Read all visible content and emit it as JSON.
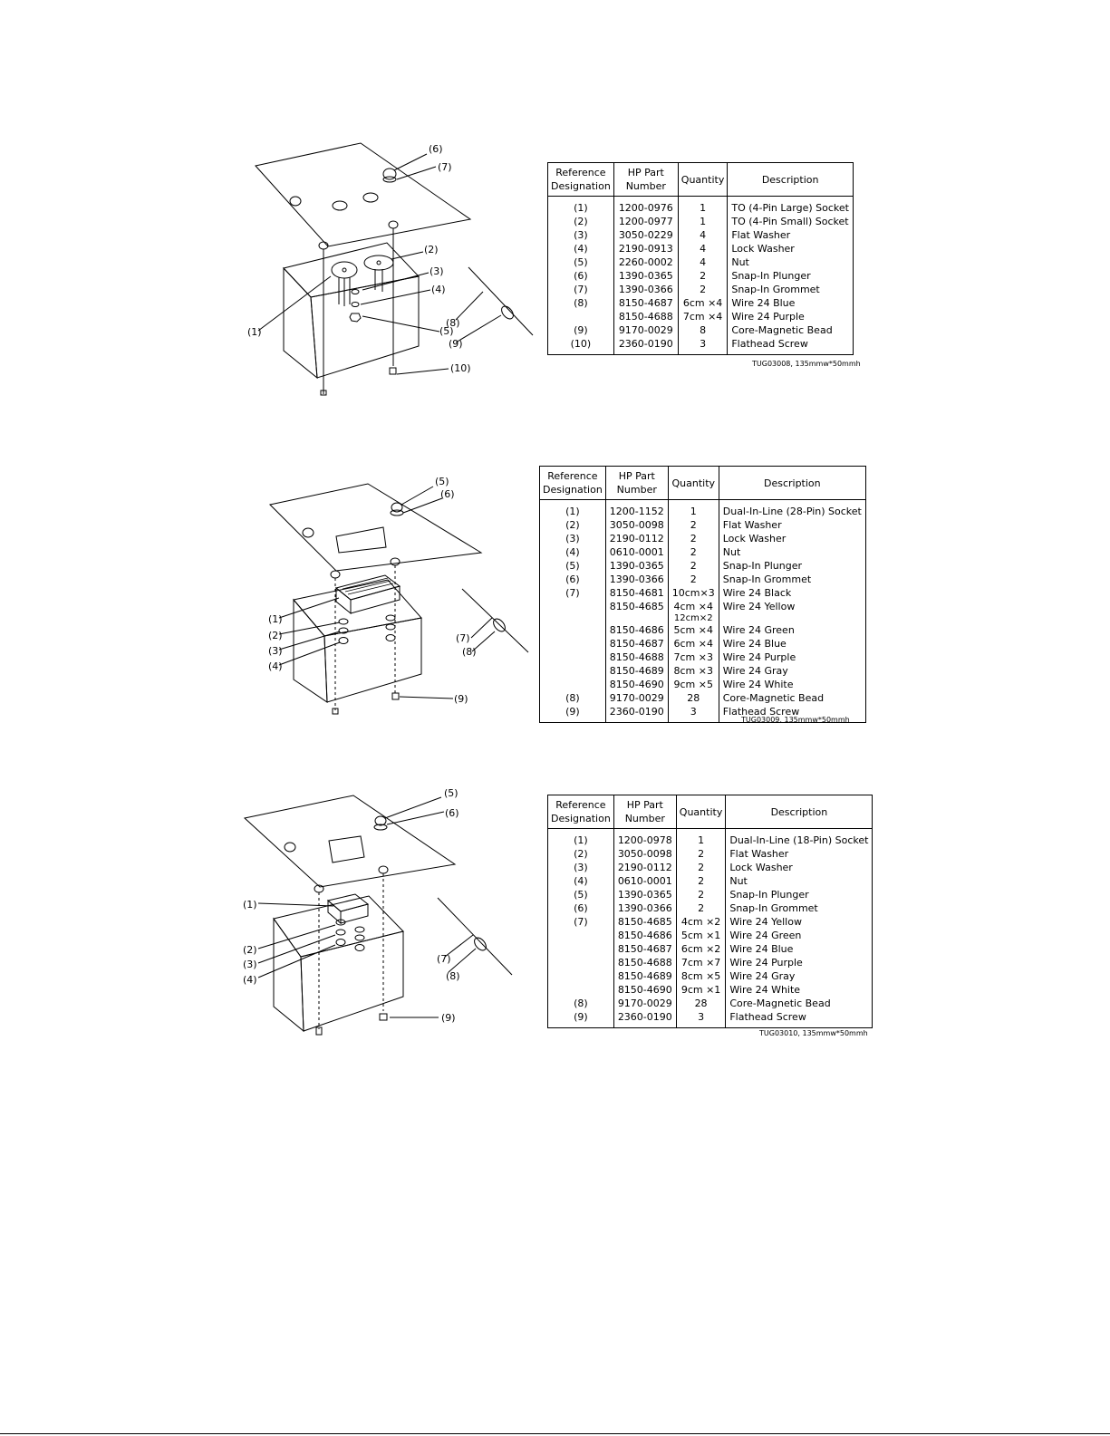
{
  "figure1": {
    "labels": [
      "(1)",
      "(2)",
      "(3)",
      "(4)",
      "(5)",
      "(6)",
      "(7)",
      "(8)",
      "(9)",
      "(10)"
    ],
    "headers": {
      "ref": "Reference Designation",
      "part": "HP Part Number",
      "qty": "Quantity",
      "desc": "Description"
    },
    "rows": [
      {
        "ref": "(1)",
        "part": "1200-0976",
        "qty": "1",
        "desc": "TO (4-Pin Large) Socket"
      },
      {
        "ref": "(2)",
        "part": "1200-0977",
        "qty": "1",
        "desc": "TO (4-Pin Small) Socket"
      },
      {
        "ref": "(3)",
        "part": "3050-0229",
        "qty": "4",
        "desc": "Flat Washer"
      },
      {
        "ref": "(4)",
        "part": "2190-0913",
        "qty": "4",
        "desc": "Lock Washer"
      },
      {
        "ref": "(5)",
        "part": "2260-0002",
        "qty": "4",
        "desc": "Nut"
      },
      {
        "ref": "(6)",
        "part": "1390-0365",
        "qty": "2",
        "desc": "Snap-In Plunger"
      },
      {
        "ref": "(7)",
        "part": "1390-0366",
        "qty": "2",
        "desc": "Snap-In Grommet"
      },
      {
        "ref": "(8)",
        "part": "8150-4687",
        "qty": "6cm ×4",
        "desc": "Wire 24 Blue"
      },
      {
        "ref": "",
        "part": "8150-4688",
        "qty": "7cm ×4",
        "desc": "Wire 24 Purple"
      },
      {
        "ref": "(9)",
        "part": "9170-0029",
        "qty": "8",
        "desc": "Core-Magnetic Bead"
      },
      {
        "ref": "(10)",
        "part": "2360-0190",
        "qty": "3",
        "desc": "Flathead Screw"
      }
    ],
    "note": "TUG03008, 135mmw*50mmh"
  },
  "figure2": {
    "labels": [
      "(1)",
      "(2)",
      "(3)",
      "(4)",
      "(5)",
      "(6)",
      "(7)",
      "(8)",
      "(9)"
    ],
    "headers": {
      "ref": "Reference Designation",
      "part": "HP Part Number",
      "qty": "Quantity",
      "desc": "Description"
    },
    "rows": [
      {
        "ref": "(1)",
        "part": "1200-1152",
        "qty": "1",
        "desc": "Dual-In-Line (28-Pin) Socket"
      },
      {
        "ref": "(2)",
        "part": "3050-0098",
        "qty": "2",
        "desc": "Flat Washer"
      },
      {
        "ref": "(3)",
        "part": "2190-0112",
        "qty": "2",
        "desc": "Lock Washer"
      },
      {
        "ref": "(4)",
        "part": "0610-0001",
        "qty": "2",
        "desc": "Nut"
      },
      {
        "ref": "(5)",
        "part": "1390-0365",
        "qty": "2",
        "desc": "Snap-In Plunger"
      },
      {
        "ref": "(6)",
        "part": "1390-0366",
        "qty": "2",
        "desc": "Snap-In Grommet"
      },
      {
        "ref": "(7)",
        "part": "8150-4681",
        "qty": "10cm×3",
        "desc": "Wire 24 Black"
      },
      {
        "ref": "",
        "part": "8150-4685",
        "qty": "4cm ×4",
        "qty2": "12cm×2",
        "desc": "Wire 24 Yellow"
      },
      {
        "ref": "",
        "part": "8150-4686",
        "qty": "5cm ×4",
        "desc": "Wire 24 Green"
      },
      {
        "ref": "",
        "part": "8150-4687",
        "qty": "6cm ×4",
        "desc": "Wire 24 Blue"
      },
      {
        "ref": "",
        "part": "8150-4688",
        "qty": "7cm ×3",
        "desc": "Wire 24 Purple"
      },
      {
        "ref": "",
        "part": "8150-4689",
        "qty": "8cm ×3",
        "desc": "Wire 24 Gray"
      },
      {
        "ref": "",
        "part": "8150-4690",
        "qty": "9cm ×5",
        "desc": "Wire 24 White"
      },
      {
        "ref": "(8)",
        "part": "9170-0029",
        "qty": "28",
        "desc": "Core-Magnetic Bead"
      },
      {
        "ref": "(9)",
        "part": "2360-0190",
        "qty": "3",
        "desc": "Flathead Screw"
      }
    ],
    "note": "TUG03009, 135mmw*50mmh"
  },
  "figure3": {
    "labels": [
      "(1)",
      "(2)",
      "(3)",
      "(4)",
      "(5)",
      "(6)",
      "(7)",
      "(8)",
      "(9)"
    ],
    "headers": {
      "ref": "Reference Designation",
      "part": "HP Part Number",
      "qty": "Quantity",
      "desc": "Description"
    },
    "rows": [
      {
        "ref": "(1)",
        "part": "1200-0978",
        "qty": "1",
        "desc": "Dual-In-Line (18-Pin) Socket"
      },
      {
        "ref": "(2)",
        "part": "3050-0098",
        "qty": "2",
        "desc": "Flat Washer"
      },
      {
        "ref": "(3)",
        "part": "2190-0112",
        "qty": "2",
        "desc": "Lock Washer"
      },
      {
        "ref": "(4)",
        "part": "0610-0001",
        "qty": "2",
        "desc": "Nut"
      },
      {
        "ref": "(5)",
        "part": "1390-0365",
        "qty": "2",
        "desc": "Snap-In Plunger"
      },
      {
        "ref": "(6)",
        "part": "1390-0366",
        "qty": "2",
        "desc": "Snap-In Grommet"
      },
      {
        "ref": "(7)",
        "part": "8150-4685",
        "qty": "4cm ×2",
        "desc": "Wire 24 Yellow"
      },
      {
        "ref": "",
        "part": "8150-4686",
        "qty": "5cm ×1",
        "desc": "Wire 24 Green"
      },
      {
        "ref": "",
        "part": "8150-4687",
        "qty": "6cm ×2",
        "desc": "Wire 24 Blue"
      },
      {
        "ref": "",
        "part": "8150-4688",
        "qty": "7cm ×7",
        "desc": "Wire 24 Purple"
      },
      {
        "ref": "",
        "part": "8150-4689",
        "qty": "8cm ×5",
        "desc": "Wire 24 Gray"
      },
      {
        "ref": "",
        "part": "8150-4690",
        "qty": "9cm ×1",
        "desc": "Wire 24 White"
      },
      {
        "ref": "(8)",
        "part": "9170-0029",
        "qty": "28",
        "desc": "Core-Magnetic Bead"
      },
      {
        "ref": "(9)",
        "part": "2360-0190",
        "qty": "3",
        "desc": "Flathead Screw"
      }
    ],
    "note": "TUG03010, 135mmw*50mmh"
  }
}
